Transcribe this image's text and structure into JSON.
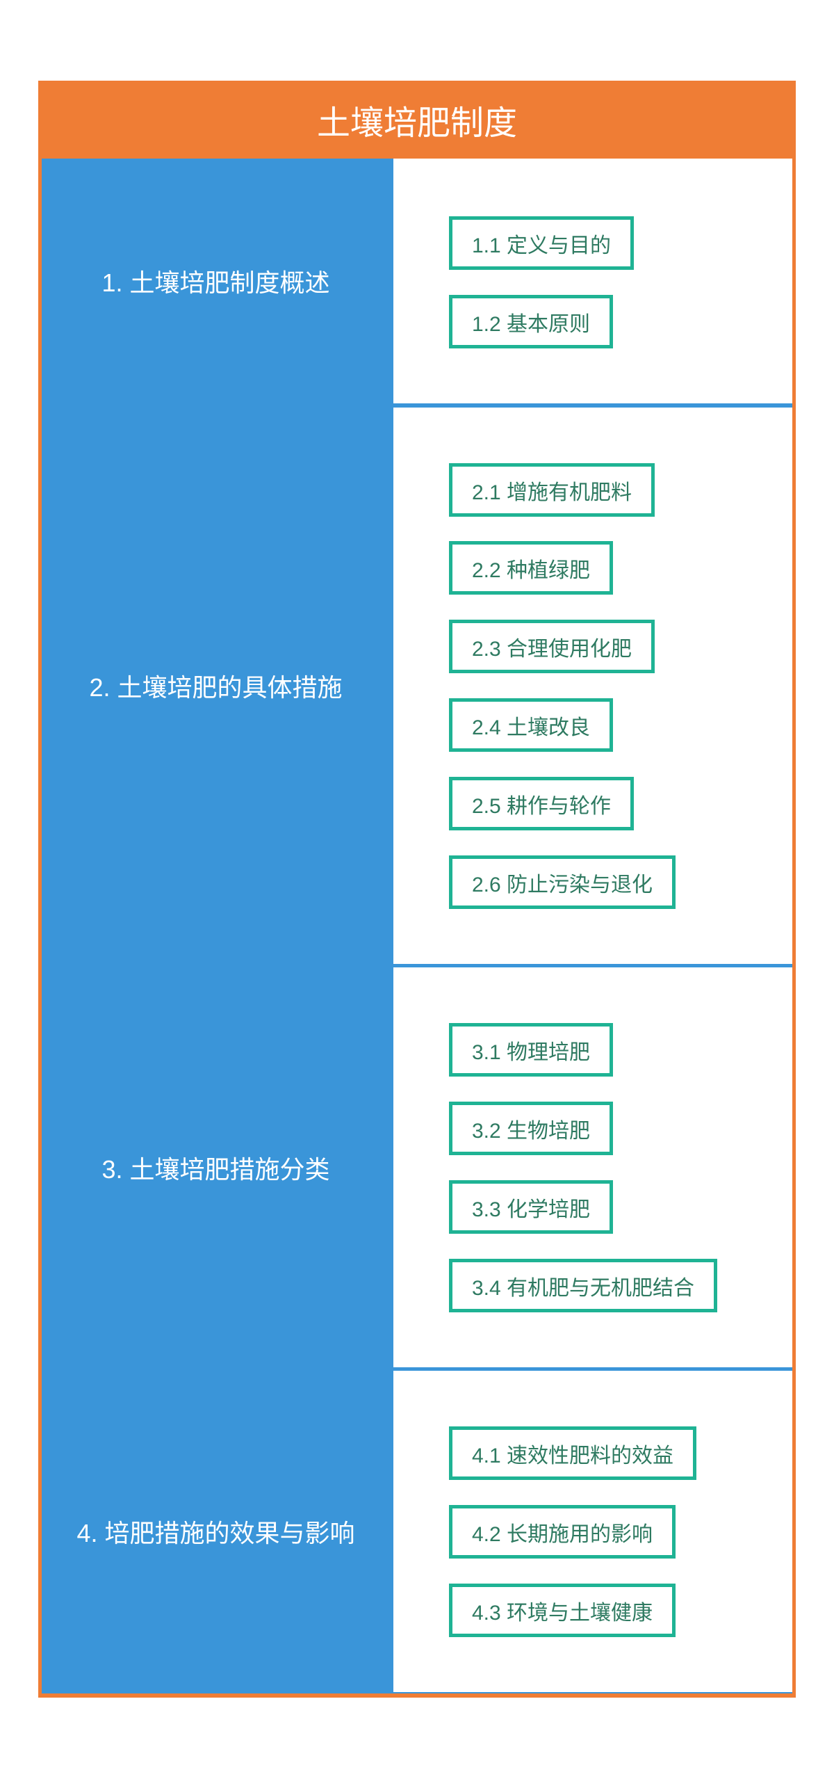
{
  "title": "土壤培肥制度",
  "colors": {
    "header": "#ef7d35",
    "section_label_bg": "#3a95d9",
    "box_border": "#1fb394",
    "box_text": "#2e7a61"
  },
  "sections": [
    {
      "label": "1. 土壤培肥制度概述",
      "items": [
        "1.1 定义与目的",
        "1.2 基本原则"
      ]
    },
    {
      "label": "2. 土壤培肥的具体措施",
      "items": [
        "2.1 增施有机肥料",
        "2.2 种植绿肥",
        "2.3 合理使用化肥",
        "2.4 土壤改良",
        "2.5 耕作与轮作",
        "2.6 防止污染与退化"
      ]
    },
    {
      "label": "3. 土壤培肥措施分类",
      "items": [
        "3.1 物理培肥",
        "3.2 生物培肥",
        "3.3 化学培肥",
        "3.4 有机肥与无机肥结合"
      ]
    },
    {
      "label": "4. 培肥措施的效果与影响",
      "items": [
        "4.1 速效性肥料的效益",
        "4.2 长期施用的影响",
        "4.3 环境与土壤健康"
      ]
    }
  ]
}
